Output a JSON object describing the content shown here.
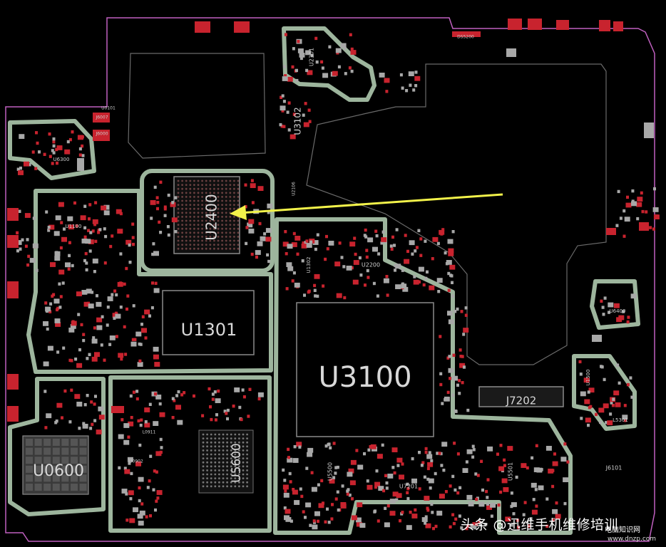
{
  "labels": {
    "u3100": "U3100",
    "u1301": "U1301",
    "u2400": "U2400",
    "u0600": "U0600",
    "u5600": "U5600",
    "j7202": "J7202",
    "u3102": "U3102",
    "u2301": "U2301",
    "u1100": "U1100",
    "u2200": "U2200",
    "u1302": "U1302",
    "u6300": "U6300",
    "u6400": "U6400",
    "u1500": "U1500",
    "l5301": "L5301",
    "j6101": "J6101",
    "u5500": "U5500",
    "u5501": "U5501",
    "u7201": "U7201",
    "u0902": "U0902",
    "l0911": "L0911",
    "u2106": "U2106",
    "j6007": "J6007",
    "j6000": "J6000",
    "ds5200": "DS5200",
    "u0101": "U0101"
  },
  "watermark": {
    "text": "头条 @迅维手机维修培训",
    "site": "电脑知识网",
    "url": "www.dnzp.com"
  },
  "colors": {
    "background": "#000000",
    "board_outline": "#c060c0",
    "shield": "#9db59d",
    "pad_red": "#c8232e",
    "pad_gray": "#a8a8a8",
    "arrow": "#f2f24a"
  }
}
